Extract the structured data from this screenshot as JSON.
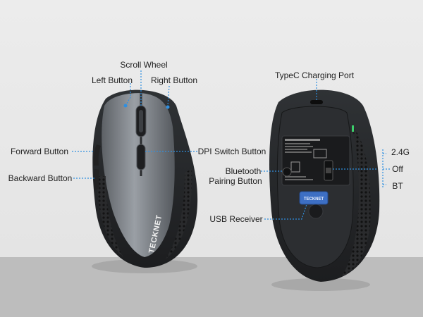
{
  "labels": {
    "scroll_wheel": "Scroll Wheel",
    "left_button": "Left Button",
    "right_button": "Right Button",
    "forward_button": "Forward Button",
    "backward_button": "Backward Button",
    "dpi_switch_button": "DPI Switch Button",
    "typec_port": "TypeC Charging Port",
    "bt_pairing_line1": "Bluetooth",
    "bt_pairing_line2": "Pairing Button",
    "usb_receiver": "USB Receiver",
    "switch_24g": "2.4G",
    "switch_off": "Off",
    "switch_bt": "BT"
  },
  "brand": {
    "mouse_logo": "TECKNET",
    "receiver_logo": "TECKNET"
  },
  "colors": {
    "accent": "#2f8fe0",
    "mouse_body": "#3a3d41",
    "mouse_top": "#8a8f95",
    "receiver": "#3d6fc4"
  }
}
